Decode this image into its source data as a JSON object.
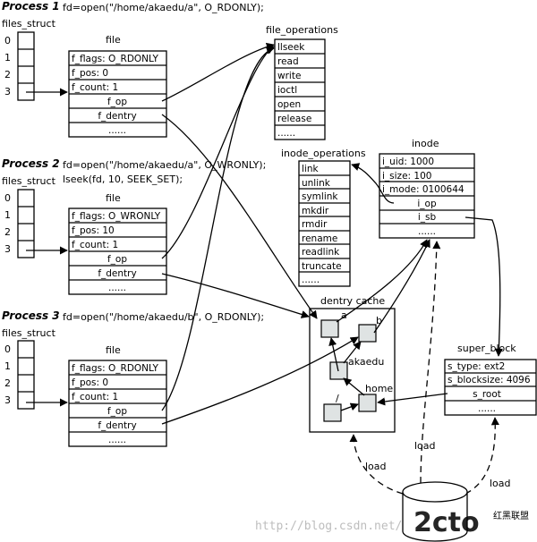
{
  "processes": [
    {
      "label": "Process 1",
      "calls": [
        "fd=open(\"/home/akaedu/a\", O_RDONLY);"
      ],
      "files_struct": {
        "title": "files_struct",
        "fds": [
          "0",
          "1",
          "2",
          "3"
        ]
      },
      "file": {
        "title": "file",
        "fields": [
          "f_flags: O_RDONLY",
          "f_pos: 0",
          "f_count: 1",
          "f_op",
          "f_dentry",
          "......"
        ]
      }
    },
    {
      "label": "Process 2",
      "calls": [
        "fd=open(\"/home/akaedu/a\", O_WRONLY);",
        "lseek(fd, 10, SEEK_SET);"
      ],
      "files_struct": {
        "title": "files_struct",
        "fds": [
          "0",
          "1",
          "2",
          "3"
        ]
      },
      "file": {
        "title": "file",
        "fields": [
          "f_flags: O_WRONLY",
          "f_pos: 10",
          "f_count: 1",
          "f_op",
          "f_dentry",
          "......"
        ]
      }
    },
    {
      "label": "Process 3",
      "calls": [
        "fd=open(\"/home/akaedu/b\", O_RDONLY);"
      ],
      "files_struct": {
        "title": "files_struct",
        "fds": [
          "0",
          "1",
          "2",
          "3"
        ]
      },
      "file": {
        "title": "file",
        "fields": [
          "f_flags: O_RDONLY",
          "f_pos: 0",
          "f_count: 1",
          "f_op",
          "f_dentry",
          "......"
        ]
      }
    }
  ],
  "file_operations": {
    "title": "file_operations",
    "items": [
      "llseek",
      "read",
      "write",
      "ioctl",
      "open",
      "release",
      "......"
    ]
  },
  "inode_operations": {
    "title": "inode_operations",
    "items": [
      "link",
      "unlink",
      "symlink",
      "mkdir",
      "rmdir",
      "rename",
      "readlink",
      "truncate",
      "......"
    ]
  },
  "inode": {
    "title": "inode",
    "fields": [
      "i_uid: 1000",
      "i_size: 100",
      "i_mode: 0100644",
      "i_op",
      "i_sb",
      "......"
    ]
  },
  "super_block": {
    "title": "super_block",
    "fields": [
      "s_type: ext2",
      "s_blocksize: 4096",
      "s_root",
      "......"
    ]
  },
  "dentry_cache": {
    "title": "dentry cache",
    "nodes": {
      "a": "a",
      "b": "b",
      "akaedu": "akaedu",
      "home": "home",
      "root": "/"
    }
  },
  "load_labels": [
    "load",
    "load",
    "load"
  ],
  "watermark": "http://blog.csdn.net/",
  "logo_text": "2cto",
  "logo_sub": "红黑联盟"
}
